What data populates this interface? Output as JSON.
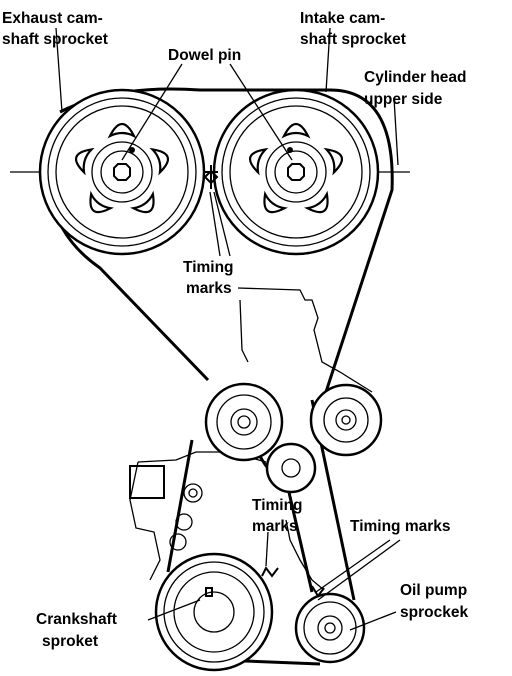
{
  "labels": {
    "exhaust_sprocket_1": "Exhaust cam-",
    "exhaust_sprocket_2": "shaft sprocket",
    "intake_sprocket_1": "Intake cam-",
    "intake_sprocket_2": "shaft sprocket",
    "dowel_pin": "Dowel pin",
    "cyl_head_1": "Cylinder head",
    "cyl_head_2": "upper side",
    "timing_marks_top_1": "Timing",
    "timing_marks_top_2": "marks",
    "timing_marks_mid_1": "Timing",
    "timing_marks_mid_2": "marks",
    "timing_marks_right": "Timing marks",
    "crankshaft_1": "Crankshaft",
    "crankshaft_2": "sproket",
    "oil_pump_1": "Oil pump",
    "oil_pump_2": "sprockek"
  }
}
